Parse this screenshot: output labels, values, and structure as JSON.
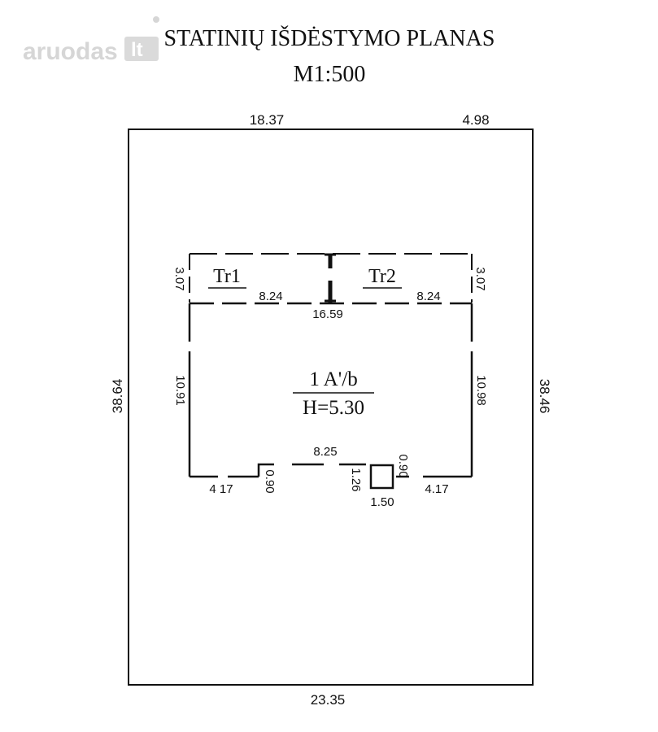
{
  "watermark": {
    "brand": "aruodas",
    "suffix": "lt"
  },
  "title": {
    "line1": "STATINIŲ IŠDĖSTYMO  PLANAS",
    "line2": "M1:500"
  },
  "plot": {
    "top_left_dim": "18.37",
    "top_right_dim": "4.98",
    "left_dim": "38.64",
    "right_dim": "38.46",
    "bottom_dim": "23.35"
  },
  "building": {
    "label_tr1": "Tr1",
    "label_tr2": "Tr2",
    "dim_tr1_width": "8.24",
    "dim_tr2_width": "8.24",
    "dim_tr_left_height": "3.07",
    "dim_tr_right_height": "3.07",
    "dim_total_width": "16.59",
    "dim_left_height": "10.91",
    "dim_right_height": "10.98",
    "label_type": "1 A'/b",
    "label_height": "H=5.30",
    "dim_bottom_middle": "8.25",
    "dim_bottom_left": "4 17",
    "dim_notch_left": "0.90",
    "dim_notch_middle": "1.26",
    "dim_notch_right": "0.90",
    "dim_square": "1.50",
    "dim_bottom_right": "4.17"
  }
}
